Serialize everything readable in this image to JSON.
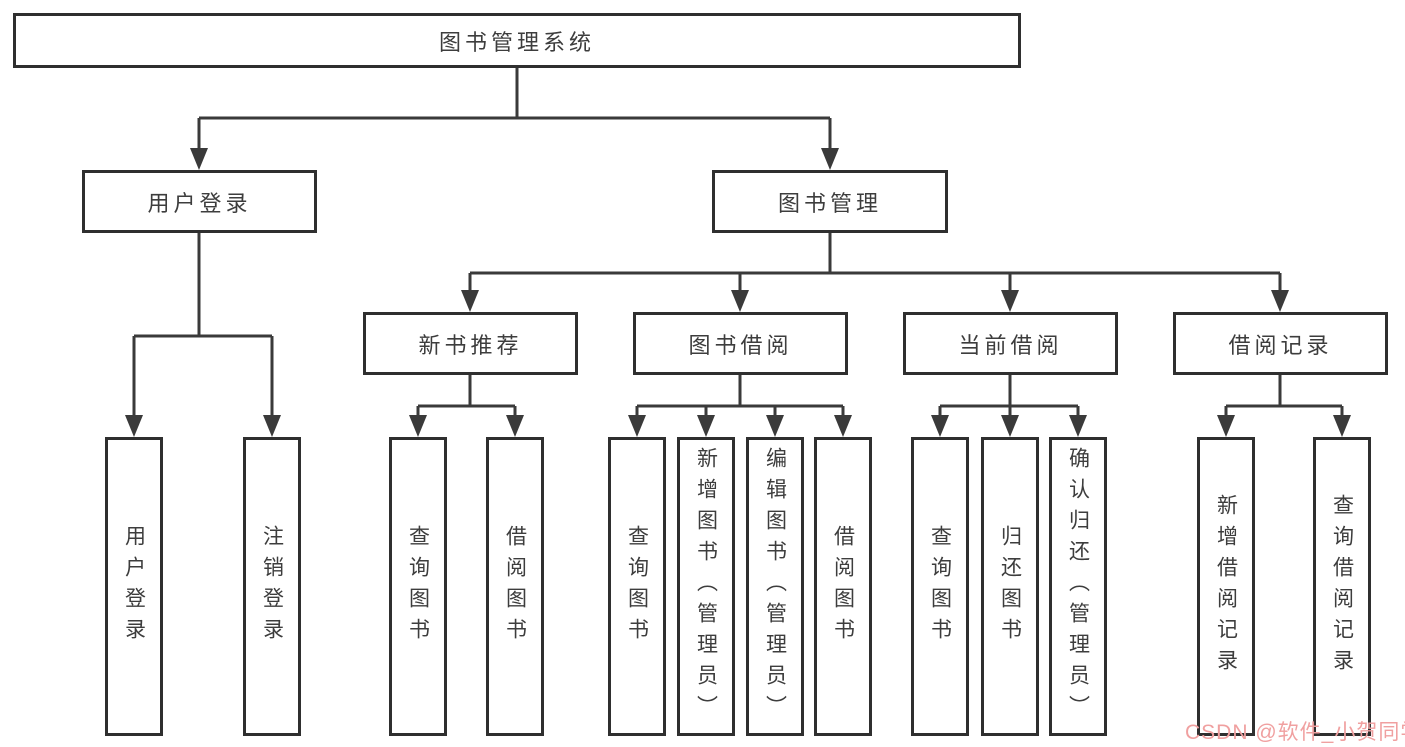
{
  "tree": {
    "title": "图书管理系统",
    "branches": [
      {
        "label": "用户登录",
        "children": [
          {
            "label": "用户登录"
          },
          {
            "label": "注销登录"
          }
        ]
      },
      {
        "label": "图书管理",
        "children": [
          {
            "label": "新书推荐",
            "children": [
              {
                "label": "查询图书"
              },
              {
                "label": "借阅图书"
              }
            ]
          },
          {
            "label": "图书借阅",
            "children": [
              {
                "label": "查询图书"
              },
              {
                "label": "新增图书（管理员）"
              },
              {
                "label": "编辑图书（管理员）"
              },
              {
                "label": "借阅图书"
              }
            ]
          },
          {
            "label": "当前借阅",
            "children": [
              {
                "label": "查询图书"
              },
              {
                "label": "归还图书"
              },
              {
                "label": "确认归还（管理员）"
              }
            ]
          },
          {
            "label": "借阅记录",
            "children": [
              {
                "label": "新增借阅记录"
              },
              {
                "label": "查询借阅记录"
              }
            ]
          }
        ]
      }
    ]
  },
  "watermark": {
    "text": "CSDN @软件_小贺同学"
  },
  "colors": {
    "line": "#3a3a3a",
    "box_border": "#2f2f2f",
    "box_fill": "#ffffff",
    "text": "#3d3d3d",
    "watermark_pink": "#f0a0a0",
    "background": "#ffffff"
  }
}
